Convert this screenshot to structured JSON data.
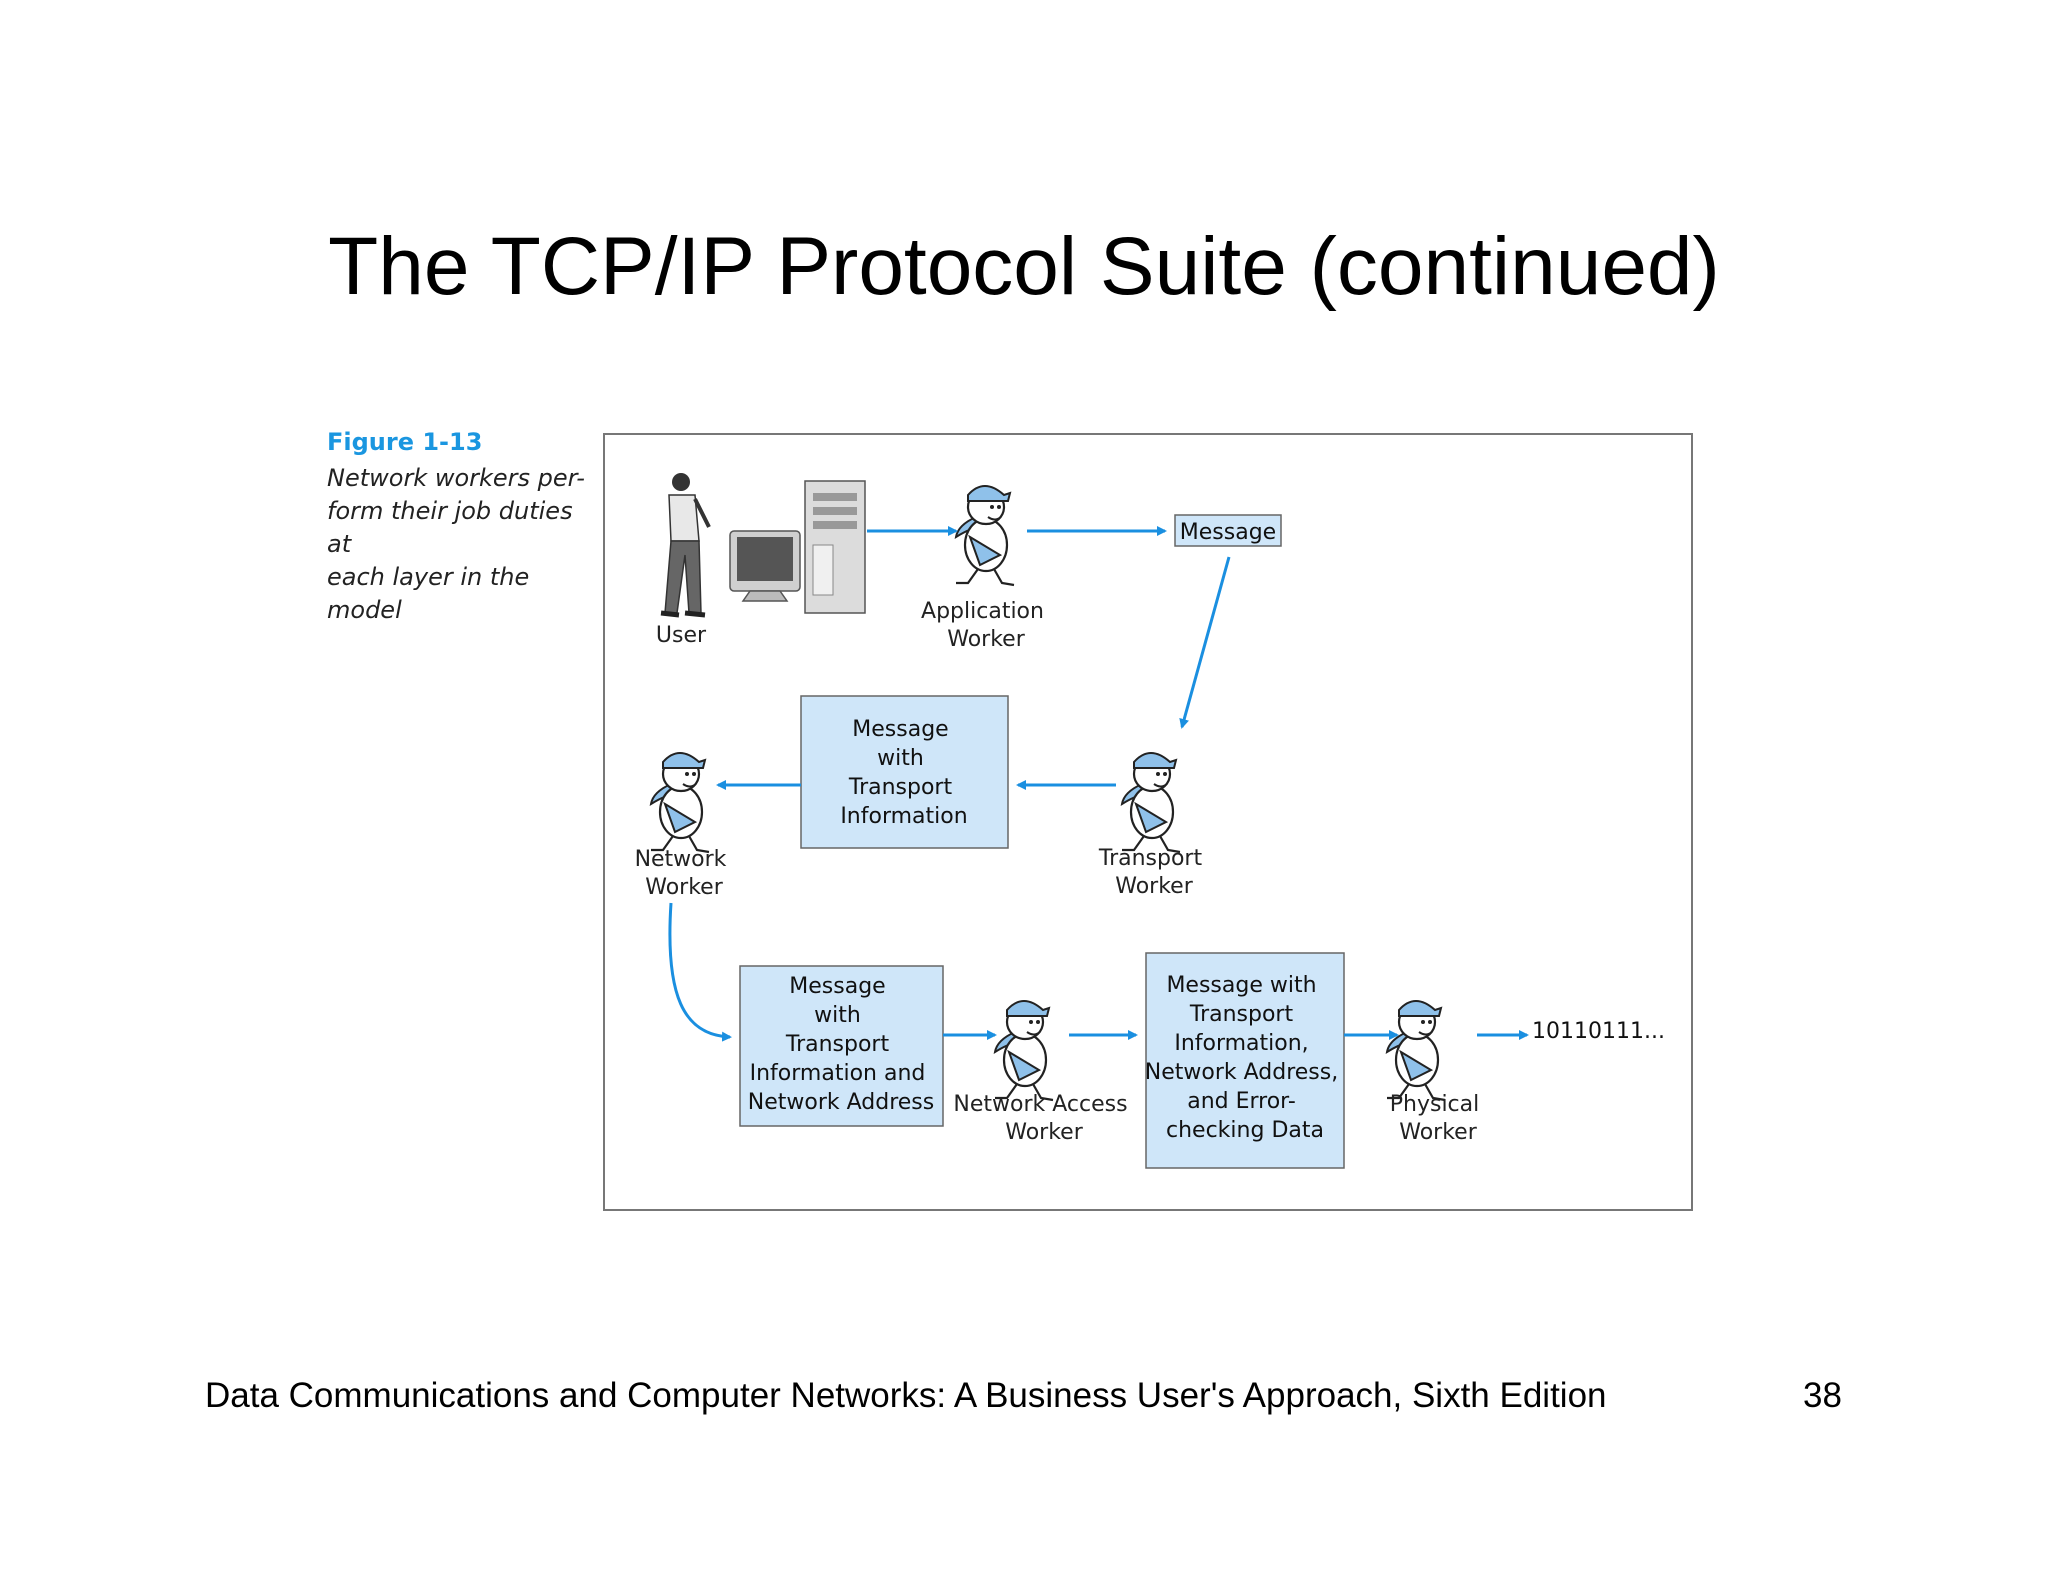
{
  "slide": {
    "title": "The TCP/IP Protocol Suite (continued)",
    "footer": "Data Communications and Computer Networks: A Business User's Approach, Sixth Edition",
    "page_number": "38"
  },
  "figure": {
    "number": "Figure 1-13",
    "caption_lines": [
      "Network workers per-",
      "form their job duties at",
      "each layer in the model"
    ],
    "user_label": "User",
    "workers": {
      "application": [
        "Application",
        "Worker"
      ],
      "transport": [
        "Transport",
        "Worker"
      ],
      "network": [
        "Network",
        "Worker"
      ],
      "network_access": [
        "Network Access",
        "Worker"
      ],
      "physical": [
        "Physical",
        "Worker"
      ]
    },
    "boxes": {
      "message": [
        "Message"
      ],
      "transport_info": [
        "Message",
        "with",
        "Transport",
        "Information"
      ],
      "network_address": [
        "Message",
        "with",
        "Transport",
        "Information and",
        "Network Address"
      ],
      "full": [
        "Message with",
        "Transport",
        "Information,",
        "Network Address,",
        "and Error-",
        "checking Data"
      ]
    },
    "bits": "10110111...",
    "colors": {
      "arrow": "#1a8fe0",
      "box_fill": "#cfe6f9",
      "worker_blue": "#8fc1ea"
    }
  }
}
